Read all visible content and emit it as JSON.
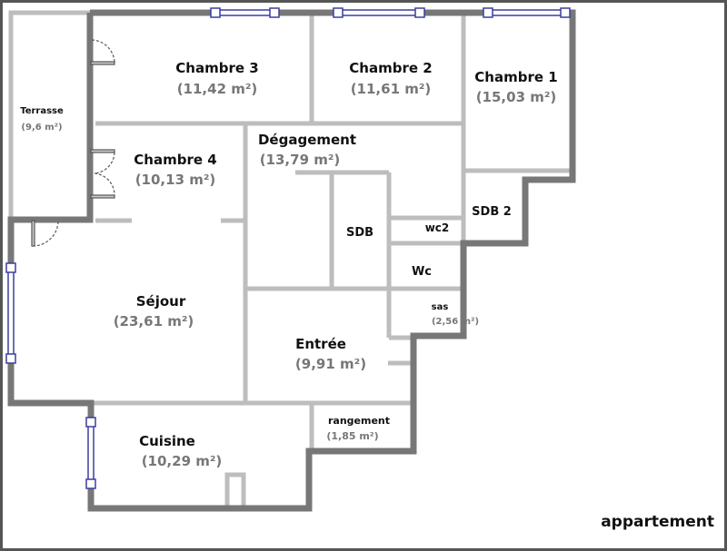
{
  "plan_title": "appartement",
  "colors": {
    "outer_wall": "#777777",
    "inner_wall": "#bdbdbd",
    "window": "#3a3f9e",
    "frame": "#555555"
  },
  "rooms": [
    {
      "name": "Chambre 3",
      "area": "(11,42 m²)"
    },
    {
      "name": "Chambre 2",
      "area": "(11,61 m²)"
    },
    {
      "name": "Chambre 1",
      "area": "(15,03 m²)"
    },
    {
      "name": "Terrasse",
      "area": "(9,6 m²)"
    },
    {
      "name": "Chambre 4",
      "area": "(10,13 m²)"
    },
    {
      "name": "Dégagement",
      "area": "(13,79 m²)"
    },
    {
      "name": "SDB",
      "area": ""
    },
    {
      "name": "wc2",
      "area": ""
    },
    {
      "name": "SDB 2",
      "area": ""
    },
    {
      "name": "Wc",
      "area": ""
    },
    {
      "name": "sas",
      "area": "(2,56 m²)"
    },
    {
      "name": "Séjour",
      "area": "(23,61 m²)"
    },
    {
      "name": "Entrée",
      "area": "(9,91 m²)"
    },
    {
      "name": "rangement",
      "area": "(1,85 m²)"
    },
    {
      "name": "Cuisine",
      "area": "(10,29 m²)"
    }
  ]
}
